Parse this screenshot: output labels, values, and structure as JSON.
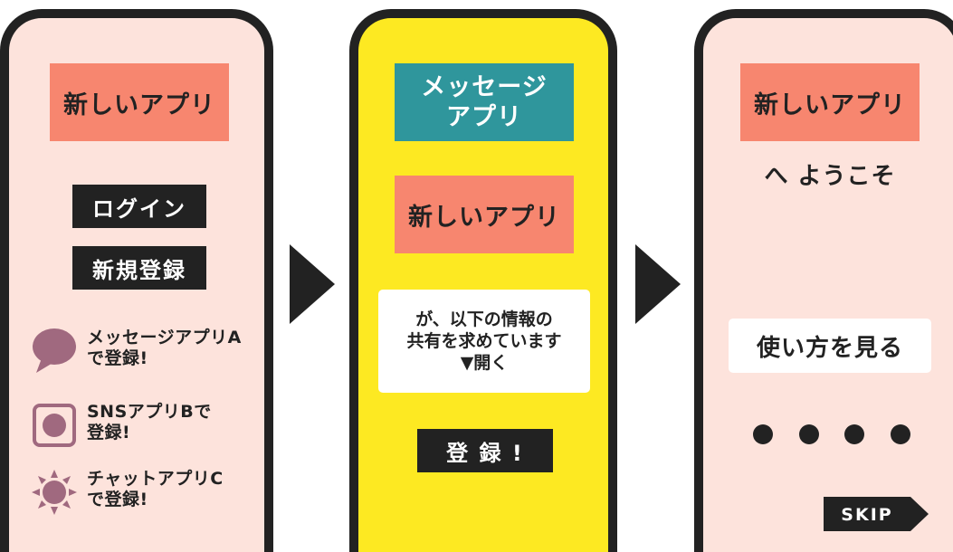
{
  "screen1": {
    "title": "新しいアプリ",
    "login_button": "ログイン",
    "register_button": "新規登録",
    "options": [
      {
        "icon": "speech-bubble-icon",
        "label": "メッセージアプリA\nで登録!"
      },
      {
        "icon": "square-circle-icon",
        "label": "SNSアプリBで\n登録!"
      },
      {
        "icon": "sun-icon",
        "label": "チャットアプリC\nで登録!"
      }
    ]
  },
  "screen2": {
    "source_app": "メッセージ\nアプリ",
    "target_app": "新しいアプリ",
    "message_line1": "が、以下の情報の",
    "message_line2": "共有を求めています",
    "message_line3": "▼開く",
    "register_button": "登 録 !"
  },
  "screen3": {
    "title": "新しいアプリ",
    "welcome": "へ ようこそ",
    "howto_button": "使い方を見る",
    "skip_button": "SKIP"
  },
  "colors": {
    "outline": "#222222",
    "pink_bg": "#fde3dc",
    "yellow_bg": "#fde922",
    "salmon": "#f7866f",
    "teal": "#2f969c",
    "icon_mauve": "#a0697f"
  }
}
